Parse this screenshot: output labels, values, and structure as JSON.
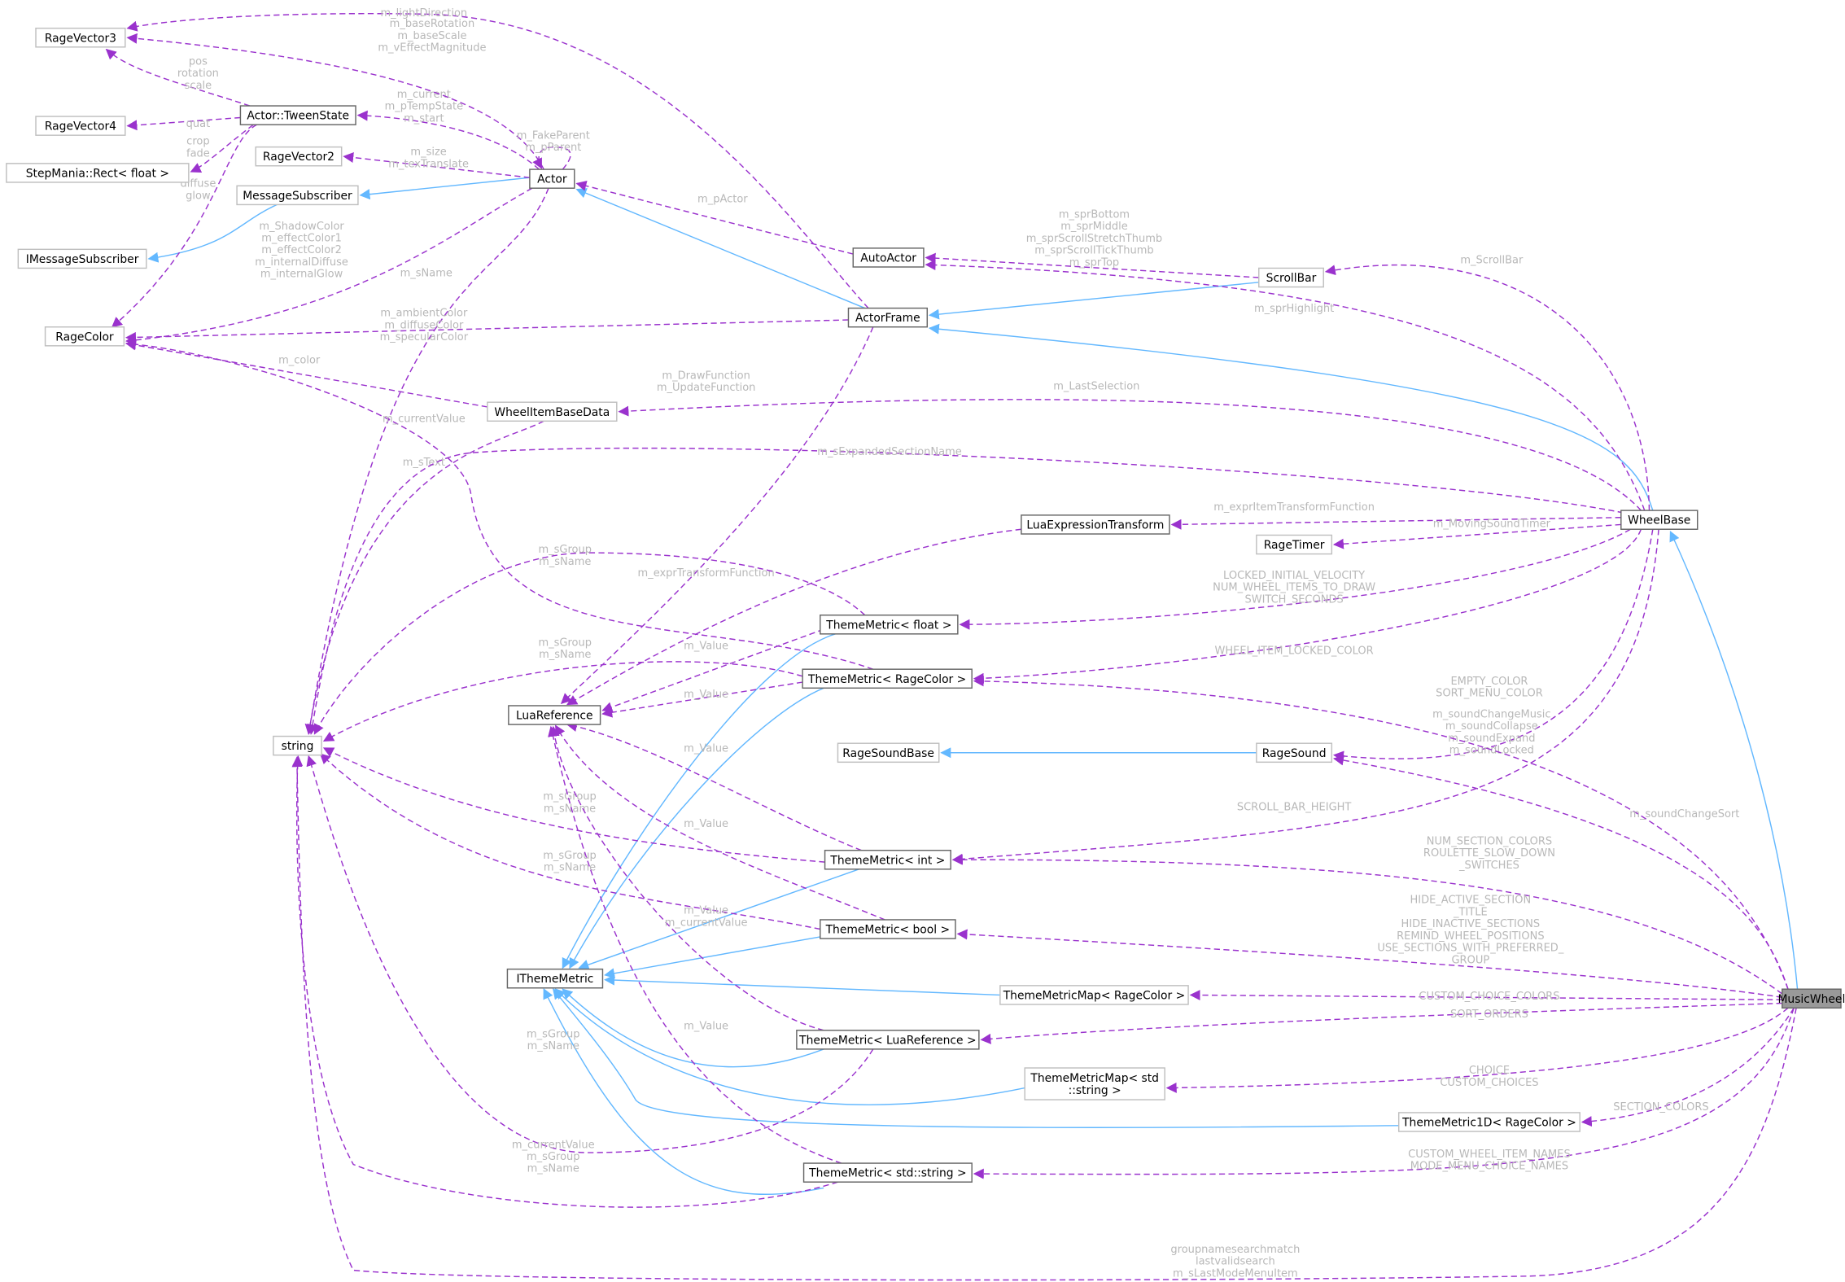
{
  "title": "MusicWheel collaboration diagram",
  "colors": {
    "usage_edge": "#9a32cd",
    "inheritance_edge": "#63b8ff",
    "label": "#b8b8b8",
    "focus_node_fill": "#999999"
  },
  "nodes": [
    {
      "id": "RageVector3",
      "label": [
        "RageVector3"
      ]
    },
    {
      "id": "RageVector4",
      "label": [
        "RageVector4"
      ]
    },
    {
      "id": "Rect",
      "label": [
        "StepMania::Rect< float >"
      ]
    },
    {
      "id": "IMessageSubscriber",
      "label": [
        "IMessageSubscriber"
      ]
    },
    {
      "id": "RageColor",
      "label": [
        "RageColor"
      ]
    },
    {
      "id": "TweenState",
      "label": [
        "Actor::TweenState"
      ]
    },
    {
      "id": "RageVector2",
      "label": [
        "RageVector2"
      ]
    },
    {
      "id": "MessageSubscriber",
      "label": [
        "MessageSubscriber"
      ]
    },
    {
      "id": "Actor",
      "label": [
        "Actor"
      ]
    },
    {
      "id": "string",
      "label": [
        "string"
      ]
    },
    {
      "id": "AutoActor",
      "label": [
        "AutoActor"
      ]
    },
    {
      "id": "ScrollBar",
      "label": [
        "ScrollBar"
      ]
    },
    {
      "id": "ActorFrame",
      "label": [
        "ActorFrame"
      ]
    },
    {
      "id": "WheelItemBaseData",
      "label": [
        "WheelItemBaseData"
      ]
    },
    {
      "id": "LuaExpressionTransform",
      "label": [
        "LuaExpressionTransform"
      ]
    },
    {
      "id": "RageTimer",
      "label": [
        "RageTimer"
      ]
    },
    {
      "id": "WheelBase",
      "label": [
        "WheelBase"
      ]
    },
    {
      "id": "TMfloat",
      "label": [
        "ThemeMetric< float >"
      ]
    },
    {
      "id": "TMRageColor",
      "label": [
        "ThemeMetric< RageColor >"
      ]
    },
    {
      "id": "LuaReference",
      "label": [
        "LuaReference"
      ]
    },
    {
      "id": "RageSoundBase",
      "label": [
        "RageSoundBase"
      ]
    },
    {
      "id": "RageSound",
      "label": [
        "RageSound"
      ]
    },
    {
      "id": "TMint",
      "label": [
        "ThemeMetric< int >"
      ]
    },
    {
      "id": "TMbool",
      "label": [
        "ThemeMetric< bool >"
      ]
    },
    {
      "id": "IThemeMetric",
      "label": [
        "IThemeMetric"
      ]
    },
    {
      "id": "TMMapRageColor",
      "label": [
        "ThemeMetricMap< RageColor >"
      ]
    },
    {
      "id": "TMLuaReference",
      "label": [
        "ThemeMetric< LuaReference >"
      ]
    },
    {
      "id": "TMMapString",
      "label": [
        "ThemeMetricMap< std",
        "::string >"
      ]
    },
    {
      "id": "TM1DRageColor",
      "label": [
        "ThemeMetric1D< RageColor >"
      ]
    },
    {
      "id": "TMString",
      "label": [
        "ThemeMetric< std::string >"
      ]
    },
    {
      "id": "MusicWheel",
      "label": [
        "MusicWheel"
      ]
    }
  ],
  "edges": [
    {
      "from": "Actor",
      "to": "MessageSubscriber",
      "type": "inheritance",
      "label": []
    },
    {
      "from": "MessageSubscriber",
      "to": "IMessageSubscriber",
      "type": "inheritance",
      "label": []
    },
    {
      "from": "ActorFrame",
      "to": "Actor",
      "type": "inheritance",
      "label": []
    },
    {
      "from": "ScrollBar",
      "to": "ActorFrame",
      "type": "inheritance",
      "label": []
    },
    {
      "from": "WheelBase",
      "to": "ActorFrame",
      "type": "inheritance",
      "label": []
    },
    {
      "from": "MusicWheel",
      "to": "WheelBase",
      "type": "inheritance",
      "label": []
    },
    {
      "from": "RageSound",
      "to": "RageSoundBase",
      "type": "inheritance",
      "label": []
    },
    {
      "from": "TMfloat",
      "to": "IThemeMetric",
      "type": "inheritance",
      "label": []
    },
    {
      "from": "TMRageColor",
      "to": "IThemeMetric",
      "type": "inheritance",
      "label": []
    },
    {
      "from": "TMint",
      "to": "IThemeMetric",
      "type": "inheritance",
      "label": []
    },
    {
      "from": "TMbool",
      "to": "IThemeMetric",
      "type": "inheritance",
      "label": []
    },
    {
      "from": "TMMapRageColor",
      "to": "IThemeMetric",
      "type": "inheritance",
      "label": []
    },
    {
      "from": "TMLuaReference",
      "to": "IThemeMetric",
      "type": "inheritance",
      "label": []
    },
    {
      "from": "TMMapString",
      "to": "IThemeMetric",
      "type": "inheritance",
      "label": []
    },
    {
      "from": "TM1DRageColor",
      "to": "IThemeMetric",
      "type": "inheritance",
      "label": []
    },
    {
      "from": "TMString",
      "to": "IThemeMetric",
      "type": "inheritance",
      "label": []
    },
    {
      "from": "TweenState",
      "to": "RageVector3",
      "type": "usage",
      "label": [
        "pos",
        "rotation",
        "scale"
      ]
    },
    {
      "from": "TweenState",
      "to": "RageVector4",
      "type": "usage",
      "label": [
        "quat"
      ]
    },
    {
      "from": "TweenState",
      "to": "Rect",
      "type": "usage",
      "label": [
        "crop",
        "fade"
      ]
    },
    {
      "from": "TweenState",
      "to": "RageColor",
      "type": "usage",
      "label": [
        "diffuse",
        "glow"
      ]
    },
    {
      "from": "Actor",
      "to": "TweenState",
      "type": "usage",
      "label": [
        "m_current",
        "m_pTempState",
        "m_start"
      ]
    },
    {
      "from": "Actor",
      "to": "RageVector2",
      "type": "usage",
      "label": [
        "m_size",
        "m_texTranslate"
      ]
    },
    {
      "from": "Actor",
      "to": "RageVector3",
      "type": "usage",
      "label": [
        "m_baseRotation",
        "m_baseScale",
        "m_vEffectMagnitude"
      ]
    },
    {
      "from": "Actor",
      "to": "Actor",
      "type": "usage",
      "label": [
        "m_FakeParent",
        "m_pParent"
      ]
    },
    {
      "from": "Actor",
      "to": "RageColor",
      "type": "usage",
      "label": [
        "m_ShadowColor",
        "m_effectColor1",
        "m_effectColor2",
        "m_internalDiffuse",
        "m_internalGlow"
      ]
    },
    {
      "from": "Actor",
      "to": "string",
      "type": "usage",
      "label": [
        "m_sName"
      ]
    },
    {
      "from": "ActorFrame",
      "to": "RageVector3",
      "type": "usage",
      "label": [
        "m_lightDirection"
      ]
    },
    {
      "from": "ActorFrame",
      "to": "RageColor",
      "type": "usage",
      "label": [
        "m_ambientColor",
        "m_diffuseColor",
        "m_specularColor"
      ]
    },
    {
      "from": "ActorFrame",
      "to": "LuaReference",
      "type": "usage",
      "label": [
        "m_DrawFunction",
        "m_UpdateFunction"
      ]
    },
    {
      "from": "AutoActor",
      "to": "Actor",
      "type": "usage",
      "label": [
        "m_pActor"
      ]
    },
    {
      "from": "ScrollBar",
      "to": "AutoActor",
      "type": "usage",
      "label": [
        "m_sprBottom",
        "m_sprMiddle",
        "m_sprScrollStretchThumb",
        "m_sprScrollTickThumb",
        "m_sprTop"
      ]
    },
    {
      "from": "WheelBase",
      "to": "ScrollBar",
      "type": "usage",
      "label": [
        "m_ScrollBar"
      ]
    },
    {
      "from": "WheelBase",
      "to": "AutoActor",
      "type": "usage",
      "label": [
        "m_sprHighlight"
      ]
    },
    {
      "from": "WheelBase",
      "to": "WheelItemBaseData",
      "type": "usage",
      "label": [
        "m_LastSelection"
      ]
    },
    {
      "from": "WheelItemBaseData",
      "to": "RageColor",
      "type": "usage",
      "label": [
        "m_color"
      ]
    },
    {
      "from": "WheelItemBaseData",
      "to": "string",
      "type": "usage",
      "label": [
        "m_sText"
      ]
    },
    {
      "from": "WheelBase",
      "to": "string",
      "type": "usage",
      "label": [
        "m_sExpandedSectionName"
      ]
    },
    {
      "from": "WheelBase",
      "to": "LuaExpressionTransform",
      "type": "usage",
      "label": [
        "m_exprItemTransformFunction"
      ]
    },
    {
      "from": "WheelBase",
      "to": "RageTimer",
      "type": "usage",
      "label": [
        "m_MovingSoundTimer"
      ]
    },
    {
      "from": "WheelBase",
      "to": "TMfloat",
      "type": "usage",
      "label": [
        "LOCKED_INITIAL_VELOCITY",
        "NUM_WHEEL_ITEMS_TO_DRAW",
        "SWITCH_SECONDS"
      ]
    },
    {
      "from": "WheelBase",
      "to": "TMRageColor",
      "type": "usage",
      "label": [
        "WHEEL_ITEM_LOCKED_COLOR"
      ]
    },
    {
      "from": "WheelBase",
      "to": "RageSound",
      "type": "usage",
      "label": [
        "m_soundChangeMusic",
        "m_soundCollapse",
        "m_soundExpand",
        "m_soundLocked"
      ]
    },
    {
      "from": "WheelBase",
      "to": "TMint",
      "type": "usage",
      "label": [
        "SCROLL_BAR_HEIGHT"
      ]
    },
    {
      "from": "LuaExpressionTransform",
      "to": "LuaReference",
      "type": "usage",
      "label": [
        "m_exprTransformFunction"
      ]
    },
    {
      "from": "TMfloat",
      "to": "string",
      "type": "usage",
      "label": [
        "m_sGroup",
        "m_sName"
      ]
    },
    {
      "from": "TMfloat",
      "to": "LuaReference",
      "type": "usage",
      "label": [
        "m_Value"
      ]
    },
    {
      "from": "TMRageColor",
      "to": "string",
      "type": "usage",
      "label": [
        "m_sGroup",
        "m_sName"
      ]
    },
    {
      "from": "TMRageColor",
      "to": "LuaReference",
      "type": "usage",
      "label": [
        "m_Value"
      ]
    },
    {
      "from": "TMRageColor",
      "to": "RageColor",
      "type": "usage",
      "label": [
        "m_currentValue"
      ]
    },
    {
      "from": "TMint",
      "to": "string",
      "type": "usage",
      "label": [
        "m_sGroup",
        "m_sName"
      ]
    },
    {
      "from": "TMint",
      "to": "LuaReference",
      "type": "usage",
      "label": [
        "m_Value"
      ]
    },
    {
      "from": "TMbool",
      "to": "string",
      "type": "usage",
      "label": [
        "m_sGroup",
        "m_sName"
      ]
    },
    {
      "from": "TMbool",
      "to": "LuaReference",
      "type": "usage",
      "label": [
        "m_Value"
      ]
    },
    {
      "from": "TMLuaReference",
      "to": "LuaReference",
      "type": "usage",
      "label": [
        "m_Value",
        "m_currentValue"
      ]
    },
    {
      "from": "TMLuaReference",
      "to": "string",
      "type": "usage",
      "label": [
        "m_sGroup",
        "m_sName"
      ]
    },
    {
      "from": "TMString",
      "to": "LuaReference",
      "type": "usage",
      "label": [
        "m_Value"
      ]
    },
    {
      "from": "TMString",
      "to": "string",
      "type": "usage",
      "label": [
        "m_currentValue",
        "m_sGroup",
        "m_sName"
      ]
    },
    {
      "from": "MusicWheel",
      "to": "TMRageColor",
      "type": "usage",
      "label": [
        "EMPTY_COLOR",
        "SORT_MENU_COLOR"
      ]
    },
    {
      "from": "MusicWheel",
      "to": "RageSound",
      "type": "usage",
      "label": [
        "m_soundChangeSort"
      ]
    },
    {
      "from": "MusicWheel",
      "to": "TMint",
      "type": "usage",
      "label": [
        "NUM_SECTION_COLORS",
        "ROULETTE_SLOW_DOWN",
        "_SWITCHES"
      ]
    },
    {
      "from": "MusicWheel",
      "to": "TMbool",
      "type": "usage",
      "label": [
        "HIDE_ACTIVE_SECTION",
        "_TITLE",
        "HIDE_INACTIVE_SECTIONS",
        "REMIND_WHEEL_POSITIONS",
        "USE_SECTIONS_WITH_PREFERRED_",
        "GROUP"
      ]
    },
    {
      "from": "MusicWheel",
      "to": "TMMapRageColor",
      "type": "usage",
      "label": [
        "CUSTOM_CHOICE_COLORS"
      ]
    },
    {
      "from": "MusicWheel",
      "to": "TMLuaReference",
      "type": "usage",
      "label": [
        "SORT_ORDERS"
      ]
    },
    {
      "from": "MusicWheel",
      "to": "TMMapString",
      "type": "usage",
      "label": [
        "CHOICE",
        "CUSTOM_CHOICES"
      ]
    },
    {
      "from": "MusicWheel",
      "to": "TM1DRageColor",
      "type": "usage",
      "label": [
        "SECTION_COLORS"
      ]
    },
    {
      "from": "MusicWheel",
      "to": "TMString",
      "type": "usage",
      "label": [
        "CUSTOM_WHEEL_ITEM_NAMES",
        "MODE_MENU_CHOICE_NAMES"
      ]
    },
    {
      "from": "MusicWheel",
      "to": "string",
      "type": "usage",
      "label": [
        "groupnamesearchmatch",
        "lastvalidsearch",
        "m_sLastModeMenuItem"
      ]
    }
  ]
}
